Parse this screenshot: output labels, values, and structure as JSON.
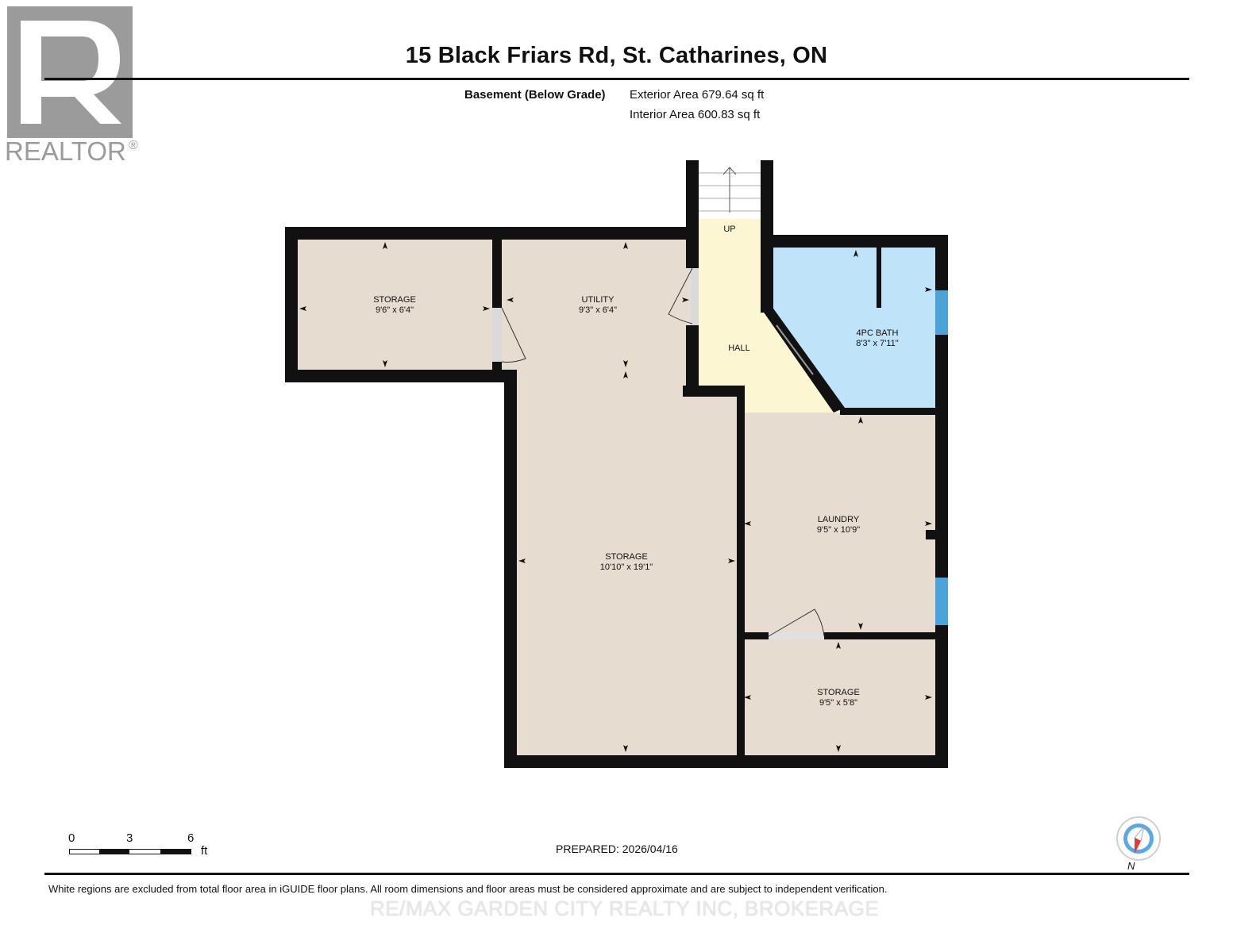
{
  "header": {
    "address": "15 Black Friars Rd, St. Catharines, ON",
    "floor_name": "Basement (Below Grade)",
    "exterior_area": "Exterior Area 679.64 sq ft",
    "interior_area": "Interior Area 600.83 sq ft"
  },
  "logo": {
    "text": "REALTOR",
    "mark": "®"
  },
  "rooms": {
    "storage_nw": {
      "name": "STORAGE",
      "dims": "9'6\" x 6'4\""
    },
    "utility": {
      "name": "UTILITY",
      "dims": "9'3\" x 6'4\""
    },
    "hall": {
      "name": "HALL"
    },
    "stairs": {
      "label": "UP"
    },
    "bath": {
      "name": "4PC BATH",
      "dims": "8'3\" x 7'11\""
    },
    "laundry": {
      "name": "LAUNDRY",
      "dims": "9'5\" x 10'9\""
    },
    "storage_main": {
      "name": "STORAGE",
      "dims": "10'10\" x 19'1\""
    },
    "storage_se": {
      "name": "STORAGE",
      "dims": "9'5\" x 5'8\""
    }
  },
  "colors": {
    "wall": "#111111",
    "room_fill": "#e6ddd0",
    "hall_fill": "#fdf6d3",
    "bath_fill": "#bfe3f8",
    "window": "#4ba3d9",
    "compass_arrow": "#e53935",
    "compass_ring": "#5aa9e6"
  },
  "scale": {
    "ticks": [
      "0",
      "3",
      "6"
    ],
    "unit": "ft"
  },
  "footer": {
    "prepared": "PREPARED: 2026/04/16",
    "disclaimer": "White regions are excluded from total floor area in iGUIDE floor plans. All room dimensions and floor areas must be considered approximate and are subject to independent verification.",
    "brokerage": "RE/MAX GARDEN CITY REALTY INC, BROKERAGE"
  },
  "compass": {
    "label": "N"
  }
}
